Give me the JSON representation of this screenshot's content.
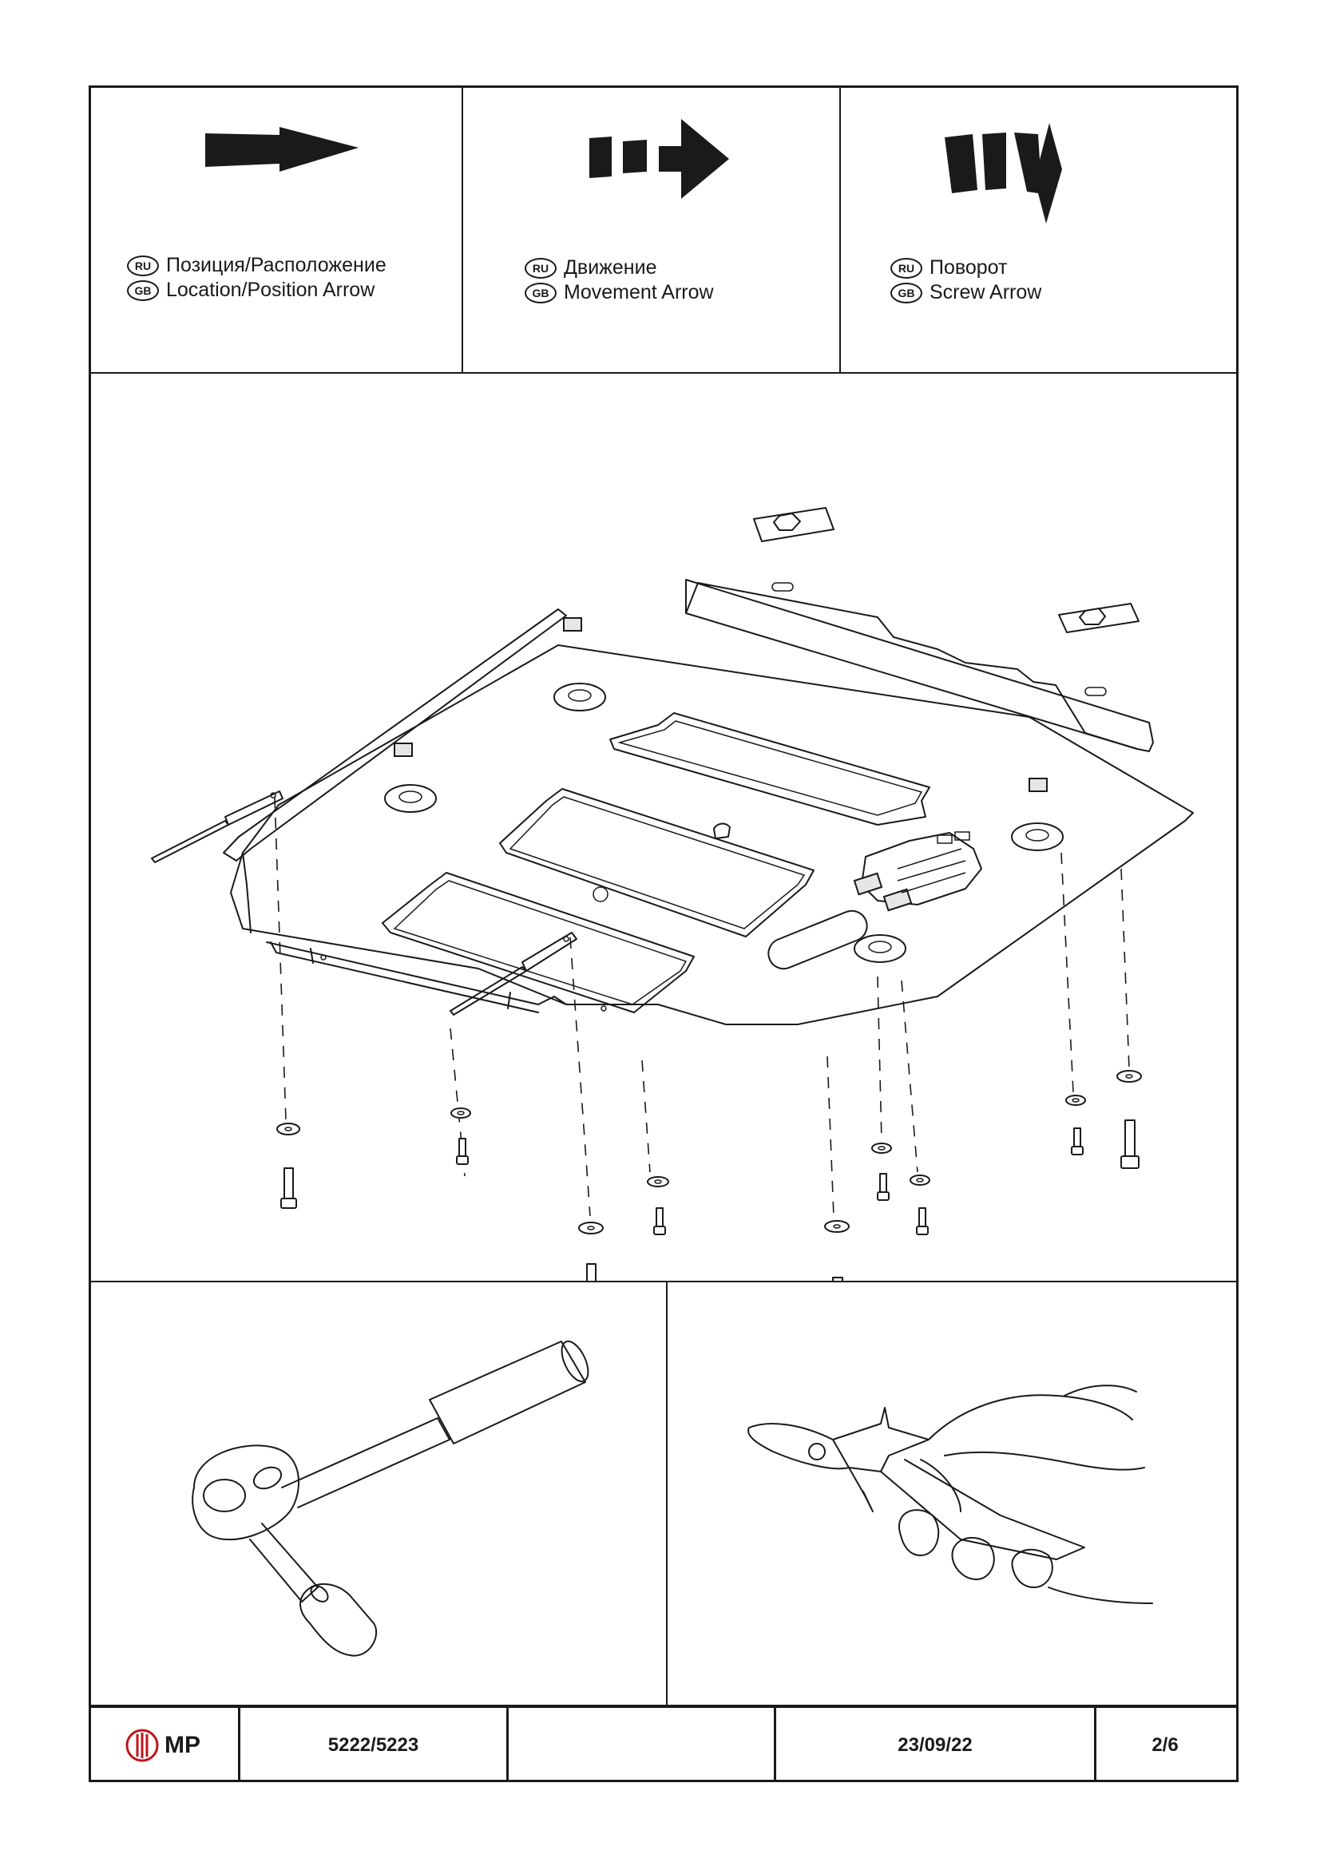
{
  "legend": {
    "position": {
      "ru_code": "RU",
      "ru": "Позиция/Расположение",
      "gb_code": "GB",
      "gb": "Location/Position Arrow"
    },
    "movement": {
      "ru_code": "RU",
      "ru": "Движение",
      "gb_code": "GB",
      "gb": "Movement Arrow"
    },
    "screw": {
      "ru_code": "RU",
      "ru": "Поворот",
      "gb_code": "GB",
      "gb": "Screw Arrow"
    }
  },
  "title_block": {
    "logo_text": "MP",
    "part_number": "5222/5223",
    "blank": "",
    "date": "23/09/22",
    "page": "2/6"
  },
  "colors": {
    "ink": "#1a1a1a",
    "logo_red": "#c0141b",
    "paper": "#ffffff"
  },
  "icons": [
    "location-arrow-icon",
    "movement-arrow-icon",
    "screw-arrow-icon",
    "ratchet-wrench-icon",
    "side-cutters-icon"
  ]
}
